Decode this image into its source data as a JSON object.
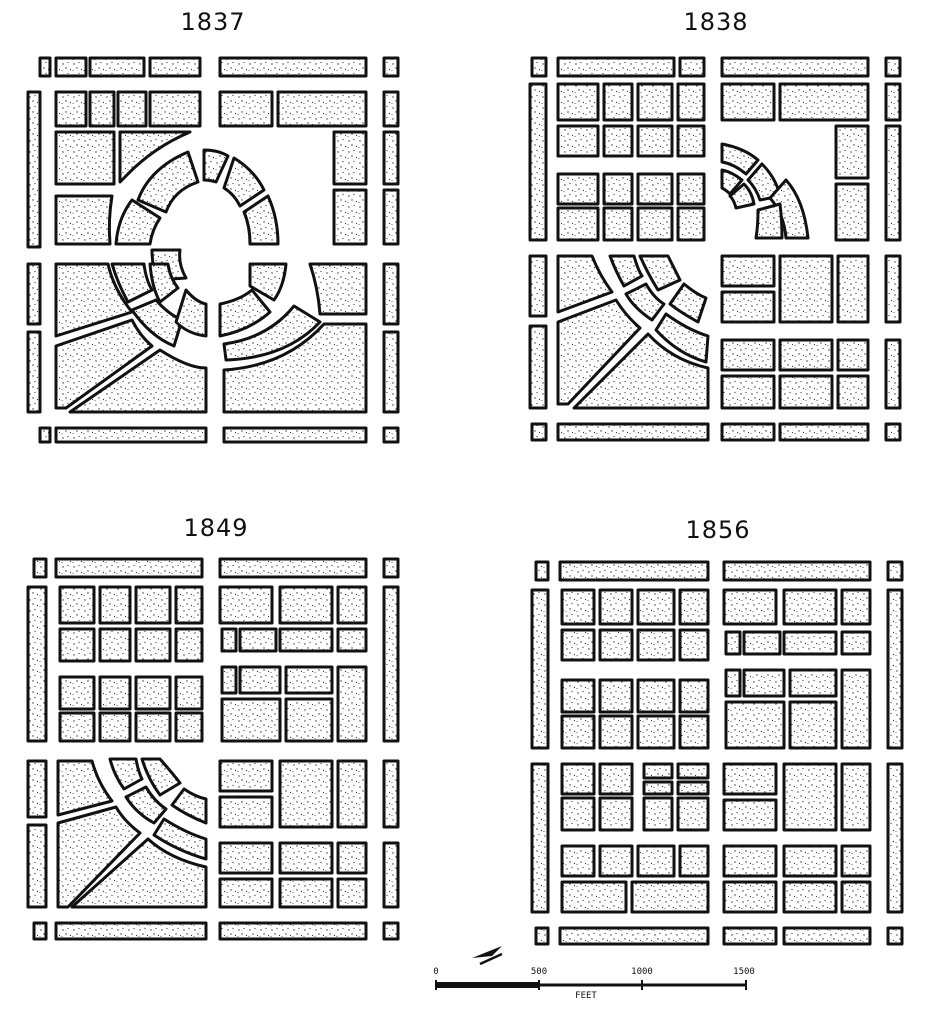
{
  "panels": [
    {
      "year": "1837",
      "layout": "circle"
    },
    {
      "year": "1838",
      "layout": "quarter-circle-partial"
    },
    {
      "year": "1849",
      "layout": "southwest-quarter"
    },
    {
      "year": "1856",
      "layout": "full-grid"
    }
  ],
  "scale_bar": {
    "ticks": [
      "0",
      "500",
      "1000",
      "1500"
    ],
    "unit": "FEET"
  },
  "north_arrow": "north-arrow-icon",
  "colors": {
    "ink": "#111111",
    "paper": "#ffffff"
  }
}
